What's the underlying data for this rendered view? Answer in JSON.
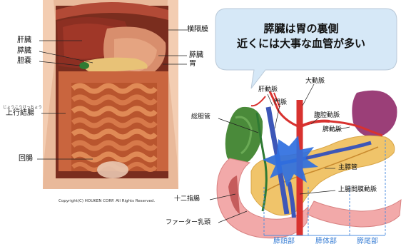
{
  "left_panel": {
    "labels": {
      "transverse_colon": "横隔膜",
      "liver": "肝臓",
      "pancreas": "膵臓",
      "gallbladder": "胆嚢",
      "pancreas_right": "膵臓",
      "stomach": "胃",
      "ascending_colon_ruby": "じょうこうけっちょう",
      "ascending_colon": "上行結腸",
      "ileum": "回腸"
    },
    "copyright": "Copyright(C) HOUKEN CORP. All Rights Reserved."
  },
  "right_panel": {
    "bubble": {
      "line1": "膵臓は胃の裏側",
      "line2": "近くには大事な血管が多い"
    },
    "labels": {
      "hepatic_artery": "肝動脈",
      "aorta": "大動脈",
      "common_bile_duct": "総胆管",
      "portal_vein": "門脈",
      "celiac_artery": "腹腔動脈",
      "splenic_artery": "脾動脈",
      "main_pancreatic_duct": "主膵管",
      "sma": "上腸間膜動脈",
      "duodenum": "十二指腸",
      "papilla_of_vater": "ファーター乳頭",
      "head": "膵頭部",
      "body": "膵体部",
      "tail": "膵尾部"
    },
    "colors": {
      "pancreas": "#f0c46a",
      "spleen": "#9b3f78",
      "gallbladder": "#4a8a3a",
      "artery": "#d8322f",
      "vein": "#3d57b8",
      "duodenum": "#f2a9a9",
      "bubble": "#d6e8f7",
      "divider": "#4f8fe0"
    }
  }
}
